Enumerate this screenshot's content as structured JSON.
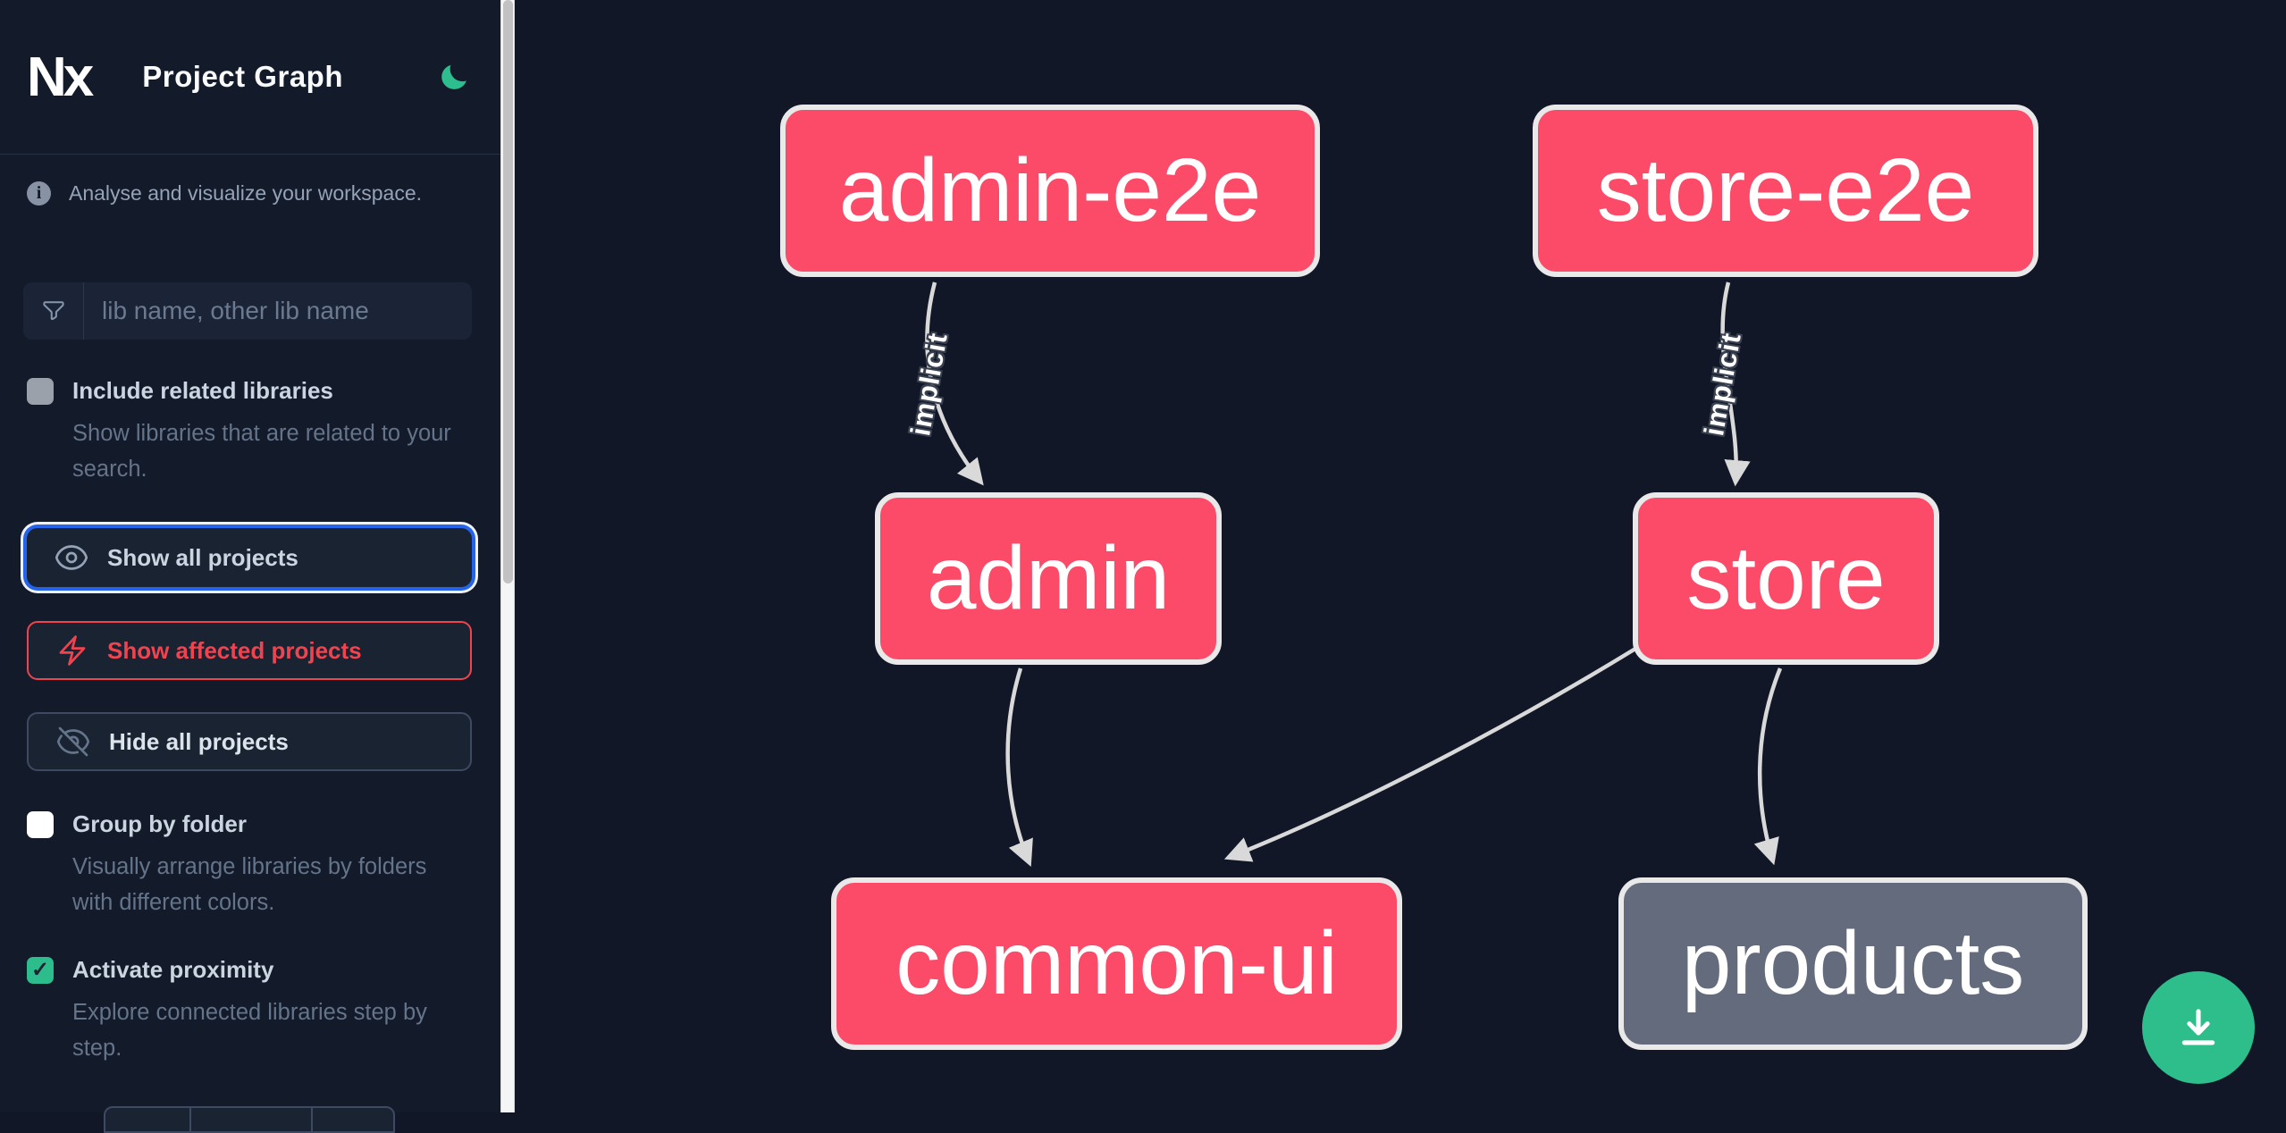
{
  "app": {
    "title": "Project Graph",
    "logo_text": "Nx"
  },
  "sidebar": {
    "tagline": "Analyse and visualize your workspace.",
    "filter": {
      "icon": "funnel-icon",
      "placeholder": "lib name, other lib name",
      "value": ""
    },
    "include_related": {
      "label": "Include related libraries",
      "description": "Show libraries that are related to your search.",
      "checked": false,
      "disabled": true
    },
    "actions": {
      "show_all": {
        "label": "Show all projects",
        "icon": "eye-icon",
        "focused": true
      },
      "show_affected": {
        "label": "Show affected projects",
        "icon": "bolt-icon"
      },
      "hide_all": {
        "label": "Hide all projects",
        "icon": "eye-slash-icon"
      }
    },
    "group_by_folder": {
      "label": "Group by folder",
      "description": "Visually arrange libraries by folders with different colors.",
      "checked": false
    },
    "activate_proximity": {
      "label": "Activate proximity",
      "description": "Explore connected libraries step by step.",
      "checked": true,
      "checkmark": "✓"
    }
  },
  "graph": {
    "nodes": [
      {
        "id": "admin-e2e",
        "label": "admin-e2e",
        "state": "affected"
      },
      {
        "id": "store-e2e",
        "label": "store-e2e",
        "state": "affected"
      },
      {
        "id": "admin",
        "label": "admin",
        "state": "affected"
      },
      {
        "id": "store",
        "label": "store",
        "state": "affected"
      },
      {
        "id": "common-ui",
        "label": "common-ui",
        "state": "affected"
      },
      {
        "id": "products",
        "label": "products",
        "state": "unaffected"
      }
    ],
    "edges": [
      {
        "source": "admin-e2e",
        "target": "admin",
        "label": "implicit"
      },
      {
        "source": "store-e2e",
        "target": "store",
        "label": "implicit"
      },
      {
        "source": "admin",
        "target": "common-ui",
        "label": ""
      },
      {
        "source": "store",
        "target": "common-ui",
        "label": ""
      },
      {
        "source": "store",
        "target": "products",
        "label": ""
      }
    ]
  },
  "fab": {
    "icon": "download-icon"
  },
  "colors": {
    "canvas_bg": "#111726",
    "sidebar_bg": "#131a29",
    "node_affected": "#fb4b69",
    "node_unaffected": "#636b7c",
    "node_border": "#e9e9e9",
    "edge": "#d9d9d9",
    "focus_ring_blue": "#2563eb",
    "affected_red": "#ef4450",
    "accent_green": "#2dbe8c",
    "text_primary": "#cbd5e1",
    "text_secondary": "#64748b"
  }
}
